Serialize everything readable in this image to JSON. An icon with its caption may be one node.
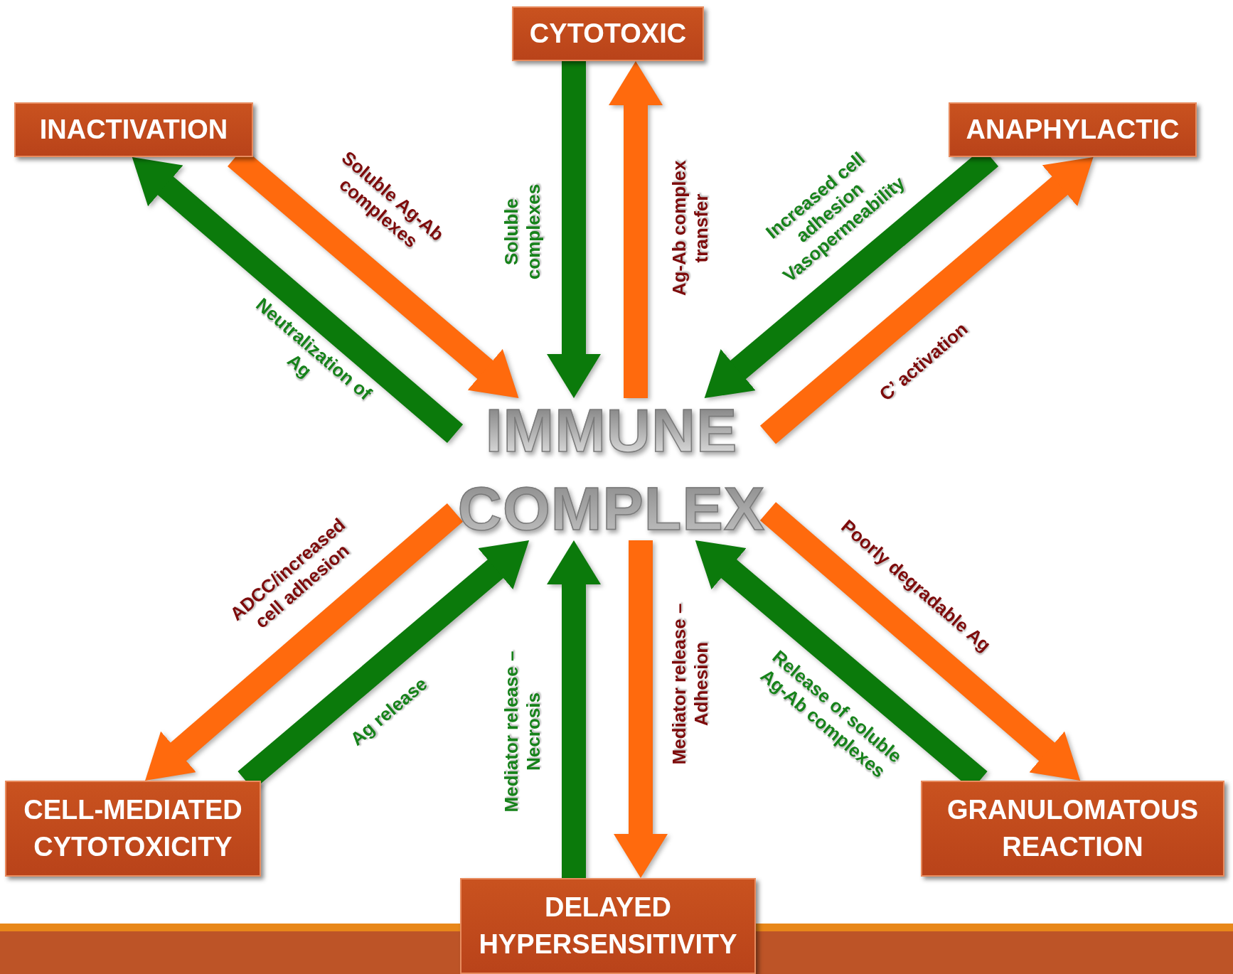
{
  "diagram": {
    "nodes": [
      {
        "text": [
          "CYTOTOXIC"
        ]
      },
      {
        "text": [
          "INACTIVATION"
        ]
      },
      {
        "text": [
          "ANAPHYLACTIC"
        ]
      },
      {
        "text": [
          "IMMUNE COMPLEX"
        ]
      },
      {
        "text": [
          "CELL-MEDIATED CYTOTOXICITY"
        ]
      },
      {
        "text": [
          "GRANULOMATOUS REACTION"
        ]
      },
      {
        "text": [
          "DELAYED HYPERSENSITIVITY"
        ]
      }
    ],
    "edges": [
      {
        "from": 0,
        "to": 3,
        "arrow": "to",
        "label": "Soluble complexes",
        "color": "#0b7a0b"
      },
      {
        "from": 3,
        "to": 0,
        "arrow": "to",
        "label": "Ag-Ab complex transfer",
        "color": "#ff6a0d"
      },
      {
        "from": 1,
        "to": 3,
        "arrow": "to",
        "label": "Soluble Ag-Ab complexes",
        "color": "#ff6a0d"
      },
      {
        "from": 3,
        "to": 1,
        "arrow": "to",
        "label": "Neutralization of Ag",
        "color": "#0b7a0b"
      },
      {
        "from": 2,
        "to": 3,
        "arrow": "to",
        "label": "Increased cell adhesion Vasopermeability",
        "color": "#0b7a0b"
      },
      {
        "from": 3,
        "to": 2,
        "arrow": "to",
        "label": "C’ activation",
        "color": "#ff6a0d"
      },
      {
        "from": 3,
        "to": 4,
        "arrow": "to",
        "label": "ADCC/increased cell adhesion",
        "color": "#ff6a0d"
      },
      {
        "from": 4,
        "to": 3,
        "arrow": "to",
        "label": "Ag release",
        "color": "#0b7a0b"
      },
      {
        "from": 6,
        "to": 3,
        "arrow": "to",
        "label": "Mediator release – Necrosis",
        "color": "#0b7a0b"
      },
      {
        "from": 3,
        "to": 6,
        "arrow": "to",
        "label": "Mediator release – Adhesion",
        "color": "#ff6a0d"
      },
      {
        "from": 3,
        "to": 5,
        "arrow": "to",
        "label": "Poorly degradable Ag",
        "color": "#ff6a0d"
      },
      {
        "from": 5,
        "to": 3,
        "arrow": "to",
        "label": "Release of soluble Ag-Ab complexes",
        "color": "#0b7a0b"
      }
    ]
  }
}
